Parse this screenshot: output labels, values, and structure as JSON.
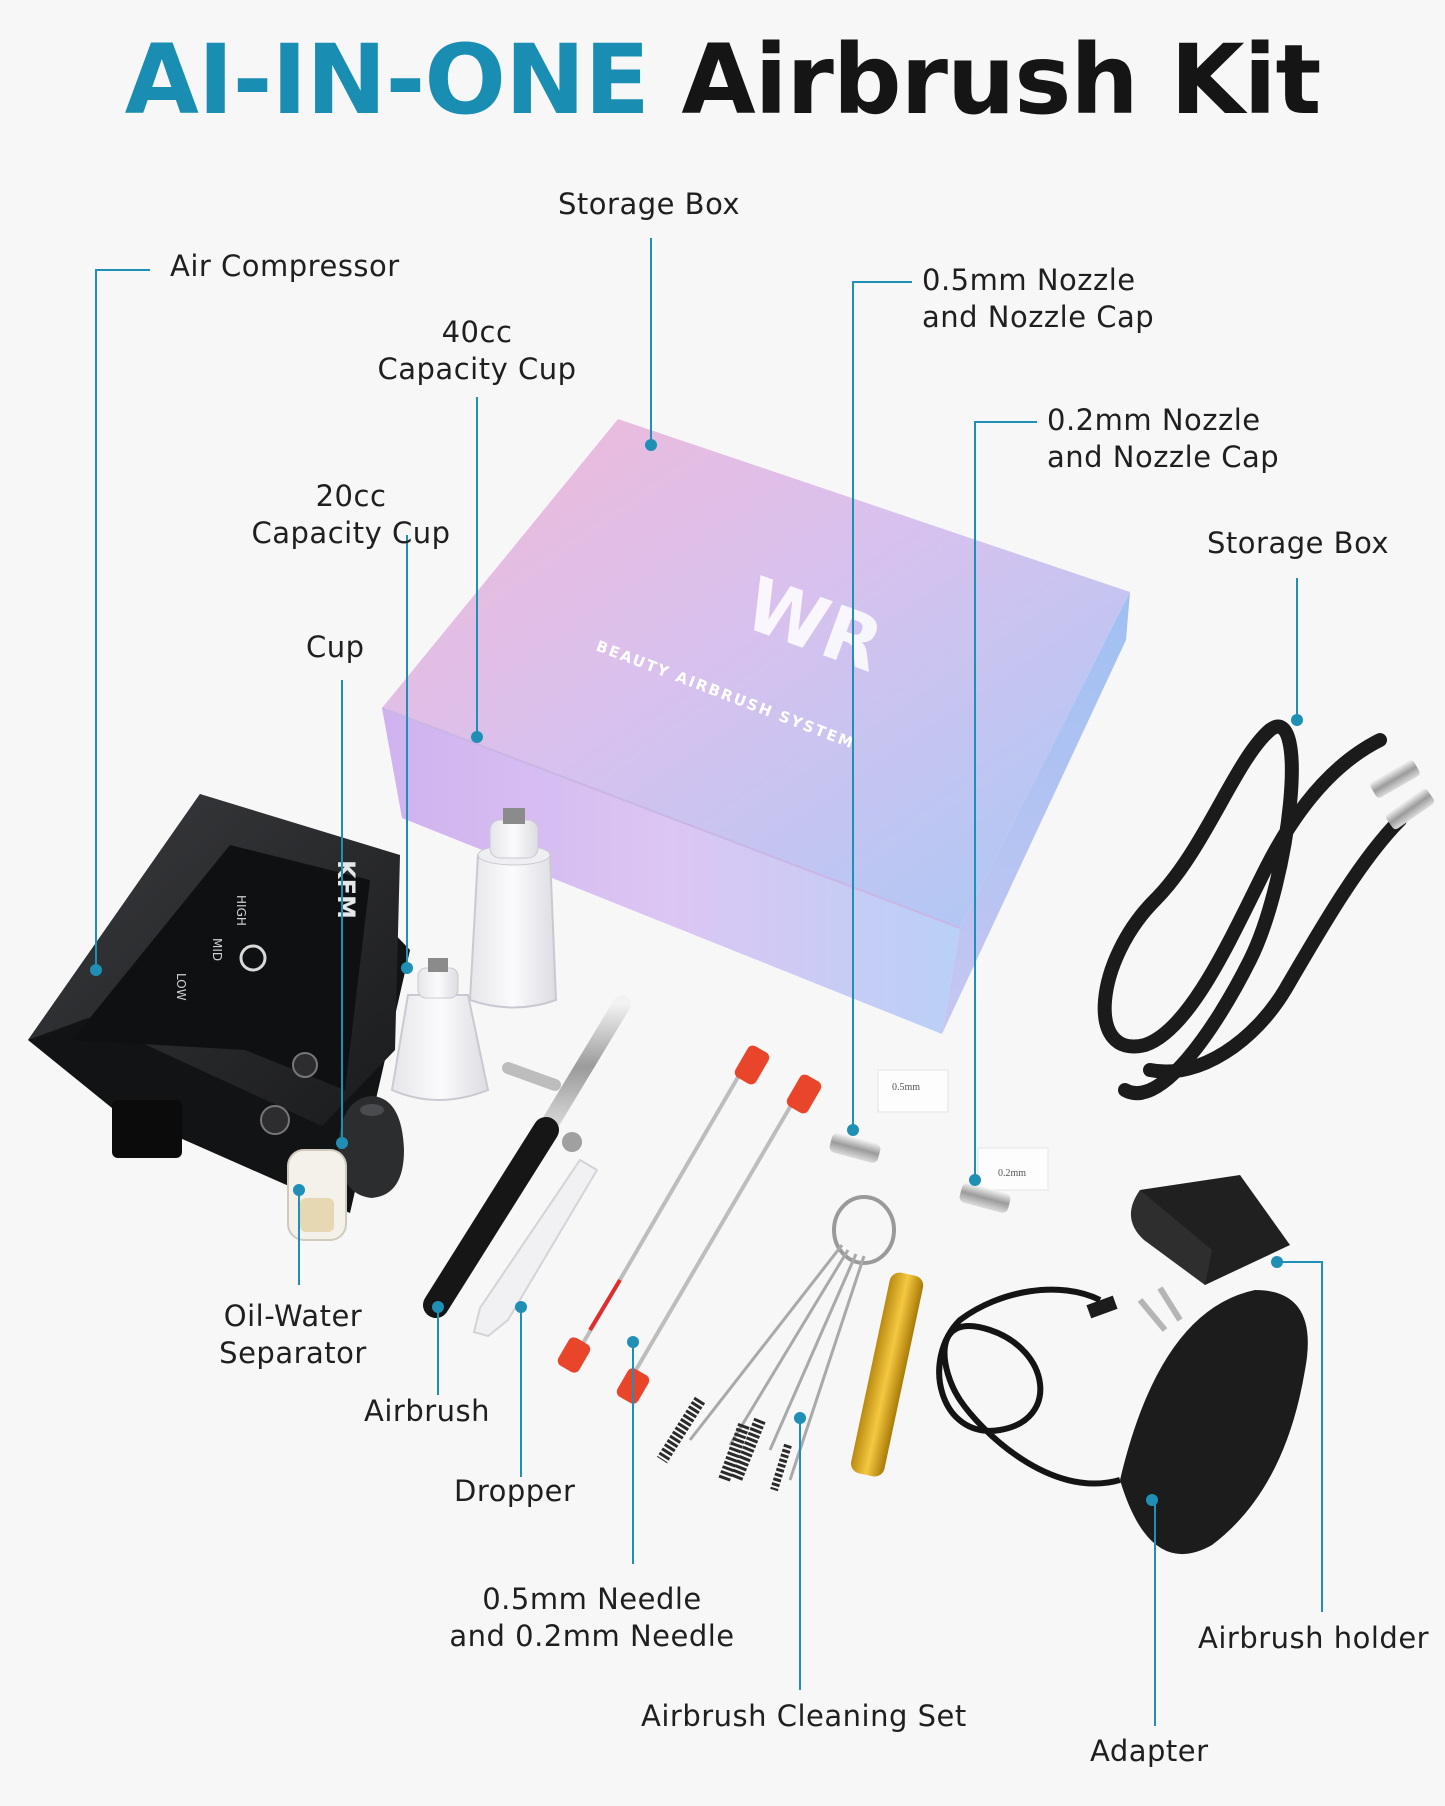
{
  "title": {
    "accent_text": "AI-IN-ONE",
    "dark_text": "Airbrush Kit"
  },
  "colors": {
    "accent": "#1a8db3",
    "dark": "#151515",
    "leader": "#1f8fb5"
  },
  "box": {
    "logo_text": "WR",
    "tagline": "BEAUTY AIRBRUSH SYSTEM"
  },
  "compressor": {
    "brand": "KFM",
    "high": "HIGH",
    "mid": "MID",
    "low": "LOW"
  },
  "nozzle_stickers": {
    "a": "0.5mm",
    "b": "0.2mm"
  },
  "labels": {
    "storage_box_top": "Storage Box",
    "air_compressor": "Air Compressor",
    "cup_40": {
      "line1": "40cc",
      "line2": "Capacity Cup"
    },
    "cup_20": {
      "line1": "20cc",
      "line2": "Capacity Cup"
    },
    "cup": "Cup",
    "nozzle_05": {
      "line1": "0.5mm Nozzle",
      "line2": "and Nozzle Cap"
    },
    "nozzle_02": {
      "line1": "0.2mm Nozzle",
      "line2": "and Nozzle Cap"
    },
    "storage_box_right": "Storage Box",
    "oil_water": {
      "line1": "Oil-Water",
      "line2": "Separator"
    },
    "airbrush": "Airbrush",
    "dropper": "Dropper",
    "needles": {
      "line1": "0.5mm Needle",
      "line2": "and 0.2mm Needle"
    },
    "cleaning_set": "Airbrush Cleaning Set",
    "airbrush_holder": "Airbrush holder",
    "adapter": "Adapter"
  }
}
